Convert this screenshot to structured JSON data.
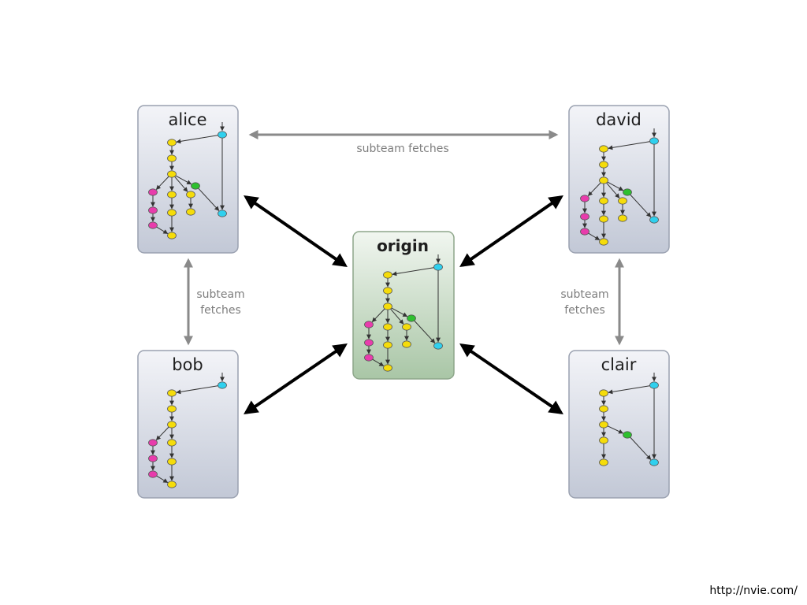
{
  "repos": {
    "alice": "alice",
    "david": "david",
    "origin": "origin",
    "bob": "bob",
    "clair": "clair"
  },
  "fetch_labels": {
    "top": "subteam fetches",
    "left": [
      "subteam",
      "fetches"
    ],
    "right": [
      "subteam",
      "fetches"
    ]
  },
  "source_url": "http://nvie.com/",
  "colors": {
    "develop": "#f5dc0a",
    "master": "#2fd0ee",
    "feature": "#e83cac",
    "release": "#2ec02e",
    "origin_box": "#c8dcc6",
    "repo_box": "#d3d8e4"
  }
}
